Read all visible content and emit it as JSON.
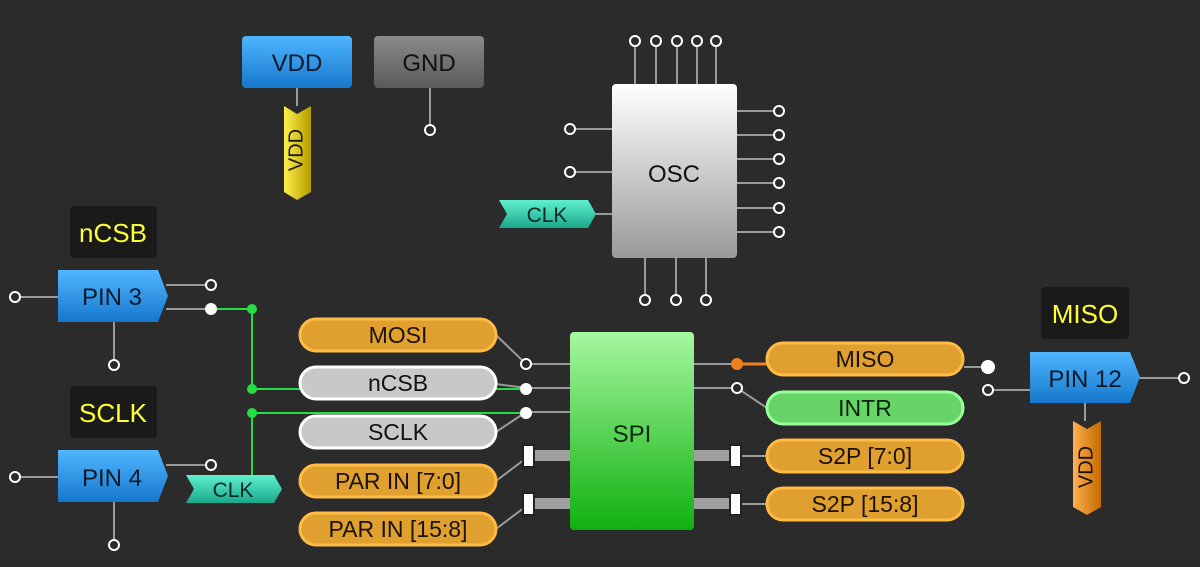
{
  "power": {
    "vdd_block": "VDD",
    "gnd_block": "GND",
    "vdd_tag": "VDD"
  },
  "osc": {
    "label": "OSC",
    "clk_tag": "CLK"
  },
  "pins": {
    "ncsb_title": "nCSB",
    "ncsb_pin": "PIN 3",
    "sclk_title": "SCLK",
    "sclk_pin": "PIN 4",
    "sclk_clk_tag": "CLK",
    "miso_title": "MISO",
    "miso_pin": "PIN 12",
    "miso_vdd_tag": "VDD"
  },
  "spi": {
    "label": "SPI",
    "inputs": [
      "MOSI",
      "nCSB",
      "SCLK",
      "PAR IN [7:0]",
      "PAR IN [15:8]"
    ],
    "outputs": [
      "MISO",
      "INTR",
      "S2P [7:0]",
      "S2P [15:8]"
    ]
  },
  "colors": {
    "background": "#2b2b2b",
    "wire_green": "#22dd44",
    "wire_orange": "#f08020",
    "pin_blue": "#1e8fe0",
    "spi_green": "#22c822",
    "label_yellow": "#ffff33"
  }
}
